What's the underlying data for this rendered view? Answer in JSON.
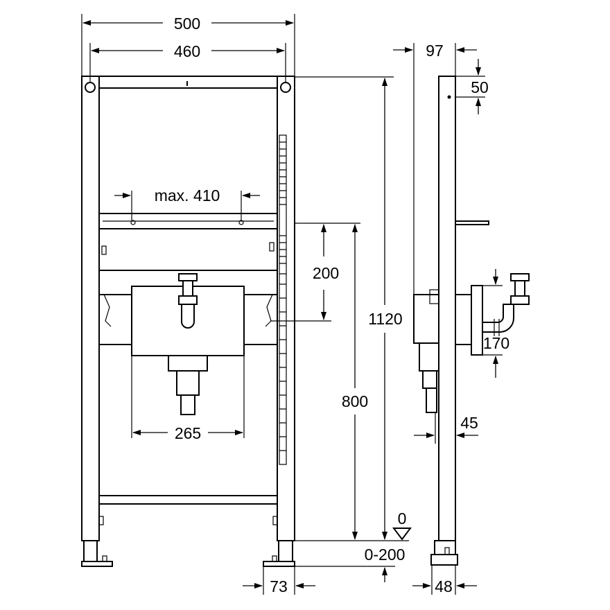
{
  "drawing": {
    "front_view": {
      "width_outer": "500",
      "width_inner": "460",
      "adjust_max": "max. 410",
      "rail_spacing": "200",
      "total_height": "1120",
      "connection_height": "800",
      "basin_width": "265",
      "floor_level": "0",
      "foot_adjust": "0-200",
      "foot_width": "73"
    },
    "side_view": {
      "depth_top": "97",
      "top_offset": "50",
      "trap_height": "170",
      "offset": "45",
      "foot_depth": "48"
    }
  },
  "colors": {
    "line": "#000000",
    "background": "#ffffff"
  }
}
